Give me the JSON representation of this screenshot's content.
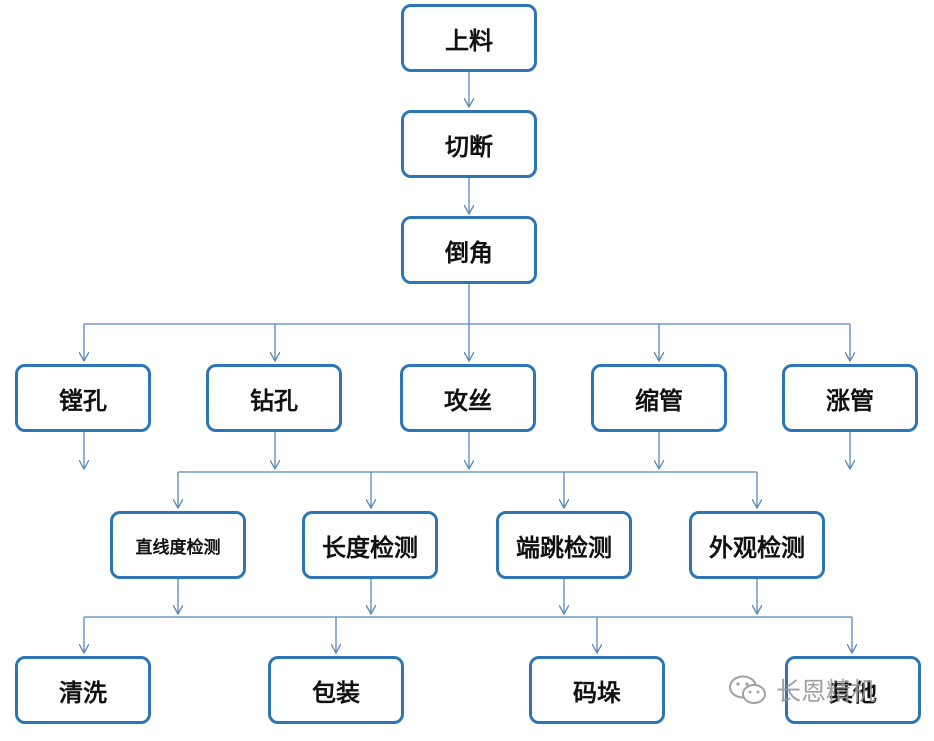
{
  "colors": {
    "box_border": "#2e75b6",
    "connector": "#5b87b8",
    "text": "#111111"
  },
  "nodes": {
    "load": "上料",
    "cut": "切断",
    "chamfer": "倒角",
    "boring": "镗孔",
    "drilling": "钻孔",
    "tapping": "攻丝",
    "shrink": "缩管",
    "expand": "涨管",
    "straightness": "直线度检测",
    "length": "长度检测",
    "runout": "端跳检测",
    "appearance": "外观检测",
    "cleaning": "清洗",
    "packing": "包装",
    "stacking": "码垛",
    "other": "其他"
  },
  "watermark": {
    "icon": "wechat-icon",
    "text": "长恩精机"
  }
}
